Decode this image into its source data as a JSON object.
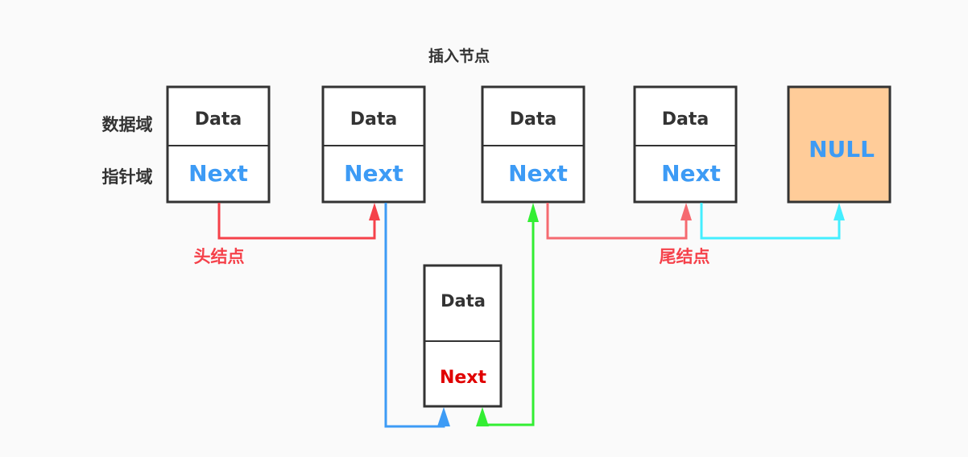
{
  "title": "插入节点",
  "row_labels": {
    "data_field": "数据域",
    "pointer_field": "指针域"
  },
  "nodes": [
    {
      "data": "Data",
      "next": "Next"
    },
    {
      "data": "Data",
      "next": "Next"
    },
    {
      "data": "Data",
      "next": "Next"
    },
    {
      "data": "Data",
      "next": "Next"
    }
  ],
  "null_node": {
    "label": "NULL",
    "fill": "#ffcc99"
  },
  "inserted_node": {
    "data": "Data",
    "next": "Next"
  },
  "annotations": {
    "head": "头结点",
    "tail": "尾结点"
  },
  "colors": {
    "box_stroke": "#333333",
    "data_text": "#333333",
    "next_text": "#3d9bf5",
    "inserted_next_text": "#e00000",
    "null_text": "#3d9bf5",
    "label_text": "#333333",
    "head_arrow": "#f5414a",
    "tail_arrow": "#f56a70",
    "cyan_arrow": "#44eeff",
    "blue_arrow": "#3d9bf5",
    "green_arrow": "#33ee33",
    "head_label": "#f5414a",
    "tail_label": "#f5414a"
  }
}
